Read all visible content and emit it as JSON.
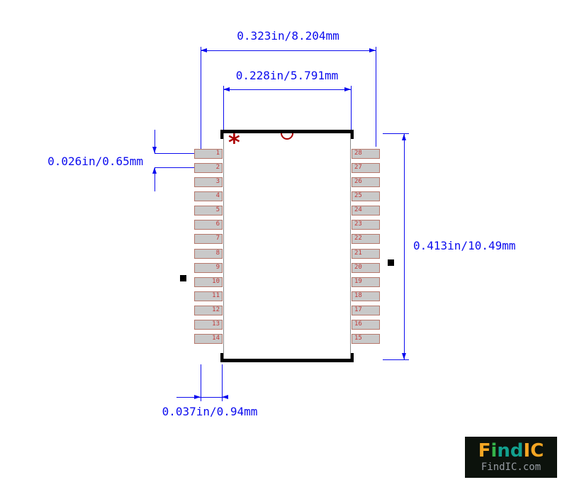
{
  "annotations": {
    "dim_outer_width": "0.323in/8.204mm",
    "dim_body_width": "0.228in/5.791mm",
    "dim_pin_pitch": "0.026in/0.65mm",
    "dim_body_height": "0.413in/10.49mm",
    "dim_pad_length": "0.037in/0.94mm"
  },
  "package": {
    "pin1_marker": "*",
    "pins": {
      "left": [
        "1",
        "2",
        "3",
        "4",
        "5",
        "6",
        "7",
        "8",
        "9",
        "10",
        "11",
        "12",
        "13",
        "14"
      ],
      "right": [
        "28",
        "27",
        "26",
        "25",
        "24",
        "23",
        "22",
        "21",
        "20",
        "19",
        "18",
        "17",
        "16",
        "15"
      ]
    }
  },
  "logo": {
    "letters": [
      {
        "ch": "F",
        "color": "#f5a623"
      },
      {
        "ch": "i",
        "color": "#35b44a"
      },
      {
        "ch": "n",
        "color": "#12a08e"
      },
      {
        "ch": "d",
        "color": "#12a08e"
      },
      {
        "ch": "I",
        "color": "#f5a623"
      },
      {
        "ch": "C",
        "color": "#f5a623"
      }
    ],
    "domain": "FindIC.com"
  },
  "colors": {
    "dimension": "#0b0bef",
    "pad_fill": "#c9c9c9",
    "pad_border": "#b5776b",
    "pin_number": "#c03a3a",
    "marker": "#aa0000",
    "outline": "#000000",
    "logo_bg": "#0c120c",
    "logo_domain_color": "#989da4"
  }
}
